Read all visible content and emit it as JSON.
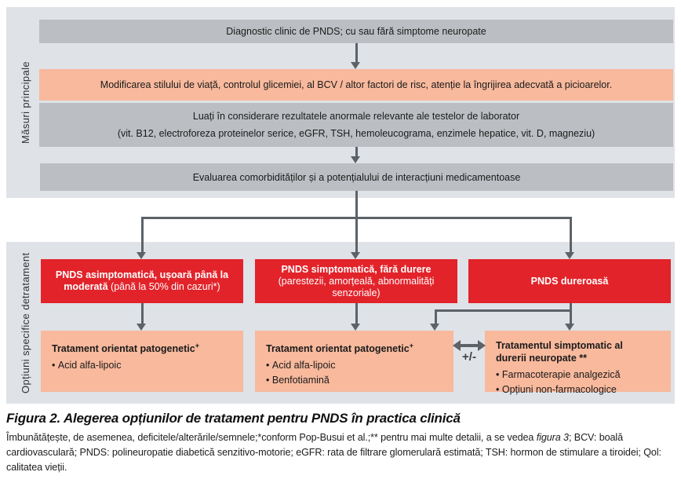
{
  "colors": {
    "panel_bg": "#dfe2e6",
    "gray_box": "#bbbfc3",
    "salmon_box": "#f8b99d",
    "red_box": "#e2232a",
    "arrow": "#5c6268"
  },
  "measures": {
    "sidebar_label": "Măsuri principale",
    "diagnostic": "Diagnostic clinic de PNDS; cu sau fără simptome neuropate",
    "lifestyle": "Modificarea stilului de viață, controlul glicemiei, al BCV / altor factori de risc, atenție la îngrijirea adecvată a picioarelor.",
    "lab_line1": "Luați în considerare rezultatele anormale relevante ale testelor de laborator",
    "lab_line2": "(vit. B12, electroforeza proteinelor serice, eGFR, TSH, hemoleucograma, enzimele hepatice, vit. D, magneziu)",
    "comorbidity": "Evaluarea comorbidităților și a potențialului de interacțiuni medicamentoase"
  },
  "treatment": {
    "sidebar_label_line1": "Opțiuni specifice de",
    "sidebar_label_line2": "tratament",
    "categories": [
      {
        "title": "PNDS asimptomatică, ușoară până la moderată",
        "subtitle": "(până la 50% din cazuri*)"
      },
      {
        "title": "PNDS simptomatică, fără durere",
        "subtitle": "(parestezii, amorțeală, abnormalități senzoriale)"
      },
      {
        "title": "PNDS dureroasă",
        "subtitle": ""
      }
    ],
    "options": [
      {
        "title": "Tratament orientat patogenetic",
        "title_sup": "+",
        "items": [
          "Acid alfa-lipoic",
          "",
          ""
        ]
      },
      {
        "title": "Tratament orientat patogenetic",
        "title_sup": "+",
        "items": [
          "Acid alfa-lipoic",
          "Benfotiamină"
        ]
      },
      {
        "title": "Tratamentul simptomatic al durerii neuropate **",
        "title_sup": "",
        "items": [
          "Farmacoterapie analgezică",
          "Opțiuni non-farmacologice"
        ]
      }
    ],
    "plusminus": "+/-"
  },
  "caption": "Figura 2. Alegerea opțiunilor de tratament pentru PNDS în practica clinică",
  "footnote": {
    "part1": "Îmbunătățește, de asemenea, deficitele/alterările/semnele;*conform Pop-Busui et al.;** pentru mai multe detalii, a se vedea ",
    "italic": "figura 3",
    "part2": "; BCV: boală cardiovasculară; PNDS: polineuropatie diabetică senzitivo-motorie; eGFR: rata de filtrare glomerulară estimată; TSH: hormon de stimulare a tiroidei; Qol: calitatea vieții."
  }
}
